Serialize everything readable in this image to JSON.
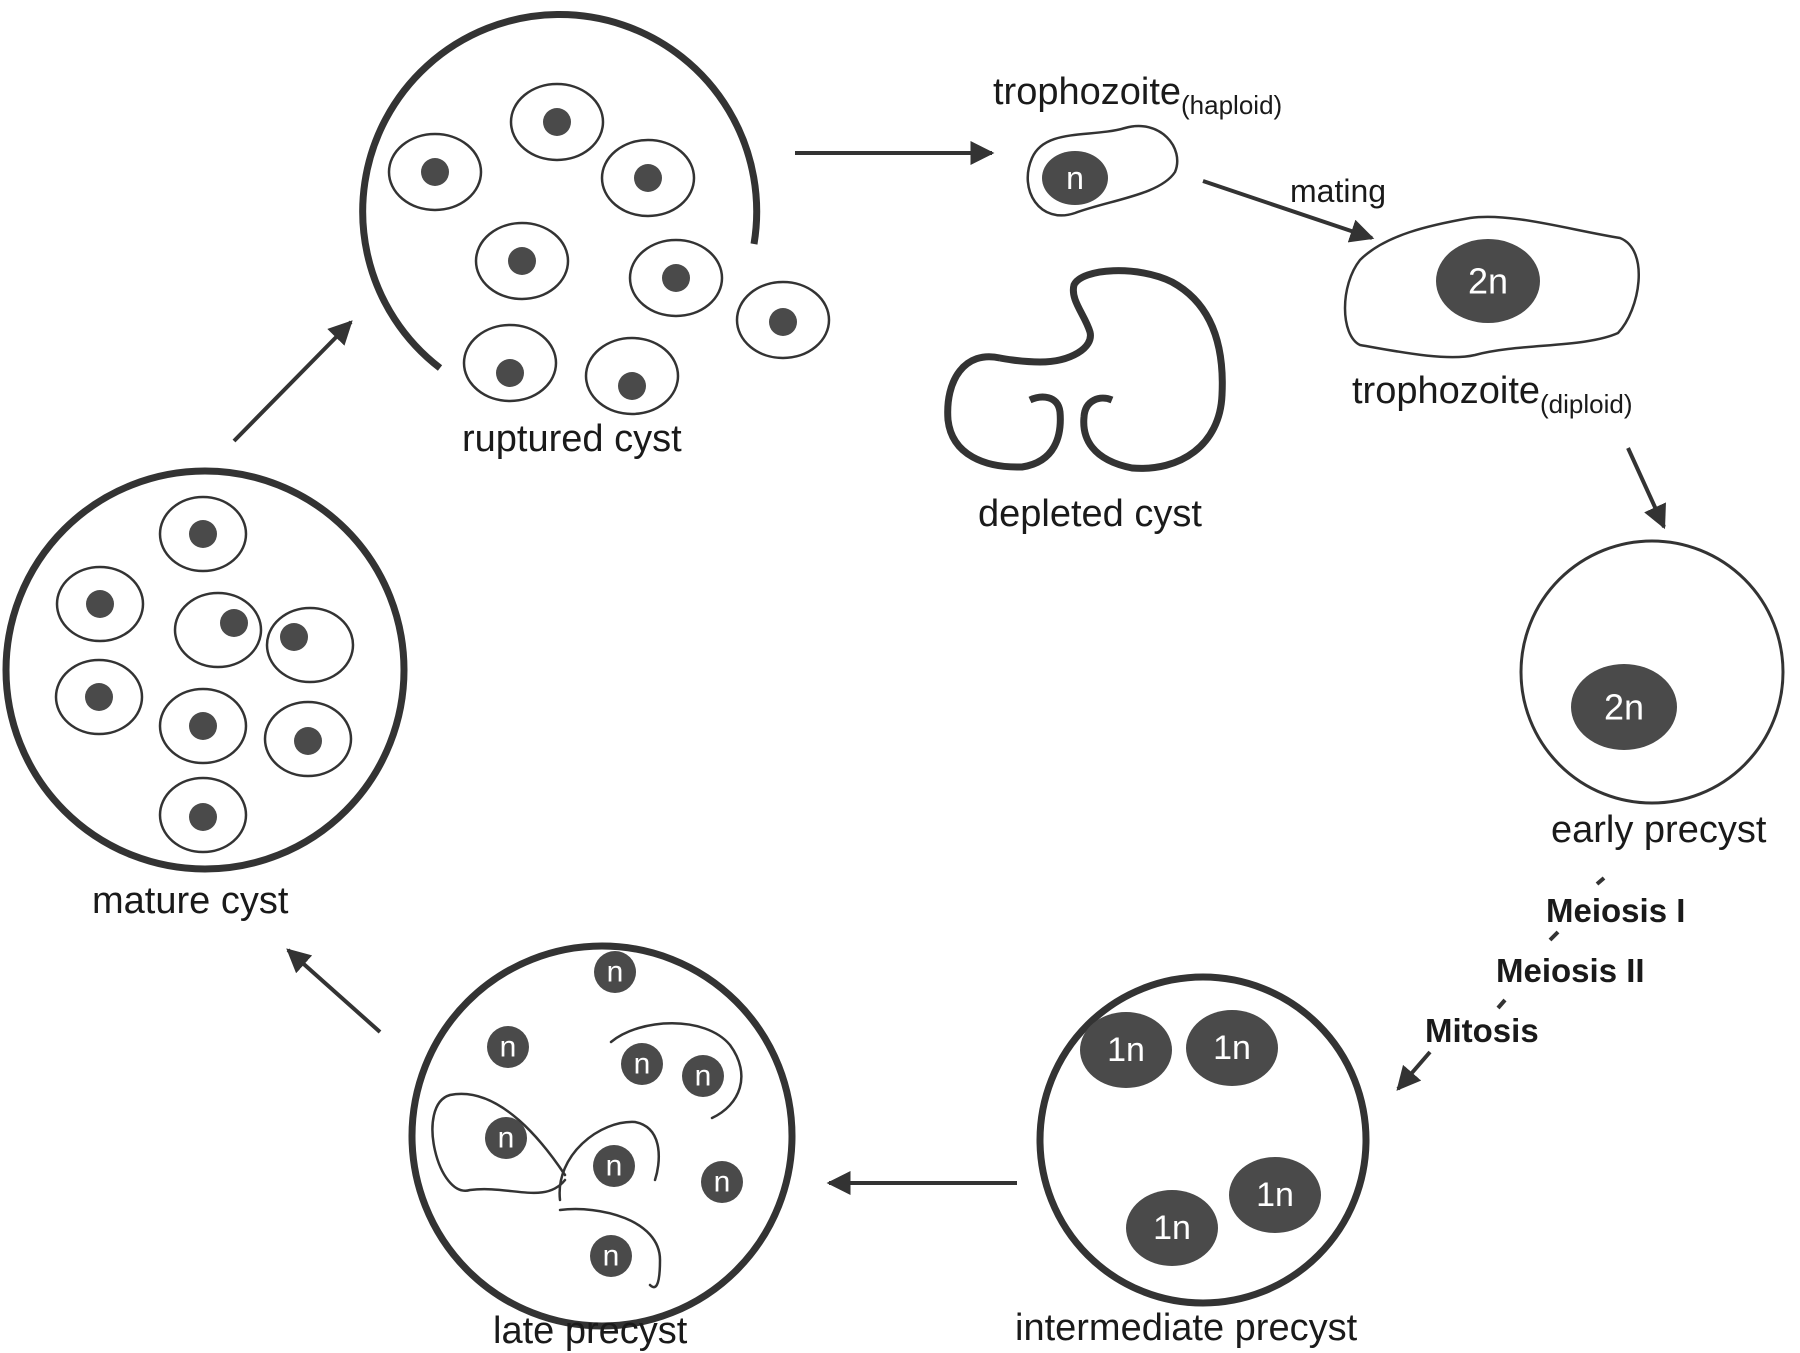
{
  "stages": {
    "ruptured_cyst": "ruptured cyst",
    "trophozoite_haploid": {
      "name": "trophozoite",
      "sub": "(haploid)"
    },
    "mating": "mating",
    "trophozoite_diploid": {
      "name": "trophozoite",
      "sub": "(diploid)"
    },
    "depleted_cyst": "depleted cyst",
    "early_precyst": "early precyst",
    "meiosis_1": "Meiosis I",
    "meiosis_2": "Meiosis II",
    "mitosis": "Mitosis",
    "intermediate_precyst": "intermediate precyst",
    "late_precyst": "late precyst",
    "mature_cyst": "mature cyst"
  },
  "nuclei": {
    "haploid": "n",
    "diploid": "2n",
    "one_n": "1n"
  },
  "colors": {
    "stroke": "#333333",
    "nucleus": "#4a4a4a"
  }
}
